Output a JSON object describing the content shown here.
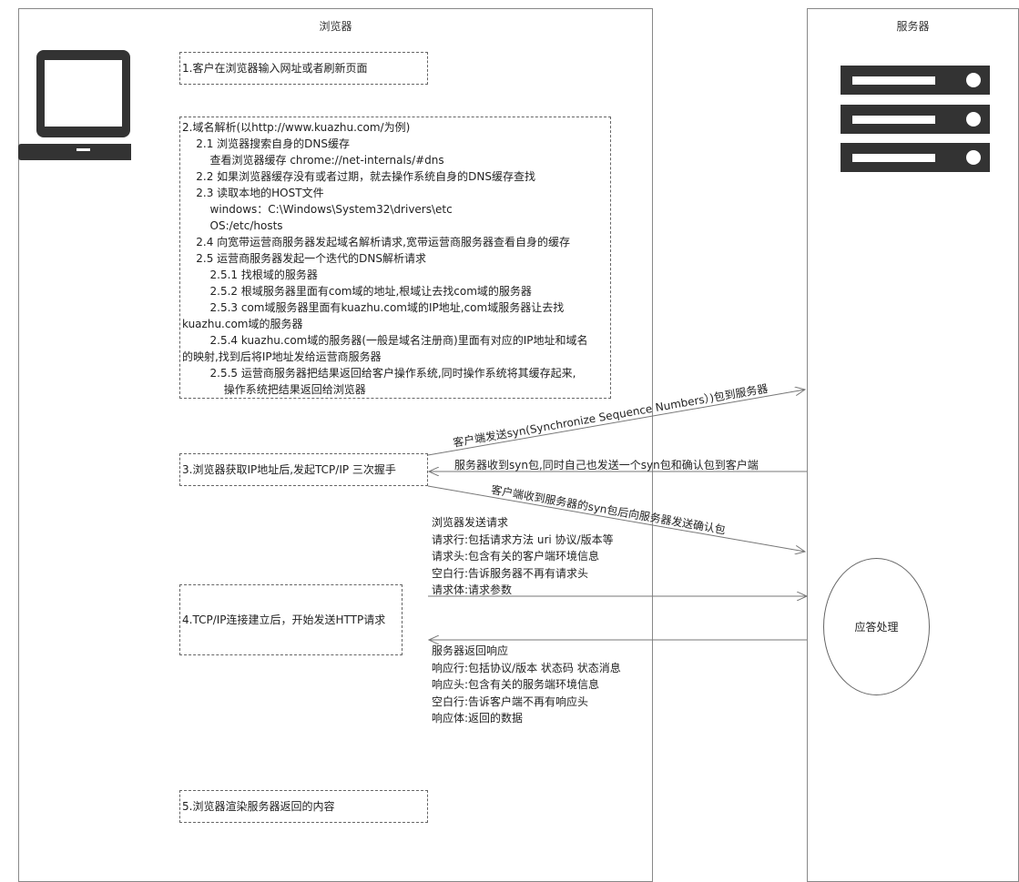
{
  "lanes": {
    "browser": "浏览器",
    "server": "服务器"
  },
  "steps": {
    "s1": "1.客户在浏览器输入网址或者刷新页面",
    "s2": [
      "2.域名解析(以http://www.kuazhu.com/为例)",
      "    2.1 浏览器搜索自身的DNS缓存",
      "        查看浏览器缓存 chrome://net-internals/#dns",
      "    2.2 如果浏览器缓存没有或者过期，就去操作系统自身的DNS缓存查找",
      "    2.3 读取本地的HOST文件",
      "        windows：C:\\Windows\\System32\\drivers\\etc",
      "        OS:/etc/hosts",
      "    2.4 向宽带运营商服务器发起域名解析请求,宽带运营商服务器查看自身的缓存",
      "    2.5 运营商服务器发起一个迭代的DNS解析请求",
      "        2.5.1 找根域的服务器",
      "        2.5.2 根域服务器里面有com域的地址,根域让去找com域的服务器",
      "        2.5.3 com域服务器里面有kuazhu.com域的IP地址,com域服务器让去找",
      "kuazhu.com域的服务器",
      "        2.5.4 kuazhu.com域的服务器(一般是域名注册商)里面有对应的IP地址和域名",
      "的映射,找到后将IP地址发给运营商服务器",
      "        2.5.5 运营商服务器把结果返回给客户操作系统,同时操作系统将其缓存起来,",
      "            操作系统把结果返回给浏览器"
    ],
    "s3": "3.浏览器获取IP地址后,发起TCP/IP 三次握手",
    "s4": "4.TCP/IP连接建立后，开始发送HTTP请求",
    "s5": "5.浏览器渲染服务器返回的内容"
  },
  "handshake": {
    "syn": "客户端发送syn(Synchronize Sequence Numbers）)包到服务器",
    "synack": "服务器收到syn包,同时自己也发送一个syn包和确认包到客户端",
    "ack": "客户端收到服务器的syn包后向服务器发送确认包"
  },
  "request_note": [
    "浏览器发送请求",
    "请求行:包括请求方法 uri 协议/版本等",
    "请求头:包含有关的客户端环境信息",
    "空白行:告诉服务器不再有请求头",
    "请求体:请求参数"
  ],
  "response_note": [
    "服务器返回响应",
    "响应行:包括协议/版本 状态码 状态消息",
    "响应头:包含有关的服务端环境信息",
    "空白行:告诉客户端不再有响应头",
    "响应体:返回的数据"
  ],
  "server_process": "应答处理",
  "icons": {
    "client": "laptop-icon",
    "server": "server-rack-icon"
  },
  "colors": {
    "icon": "#333333",
    "line": "#777777"
  }
}
